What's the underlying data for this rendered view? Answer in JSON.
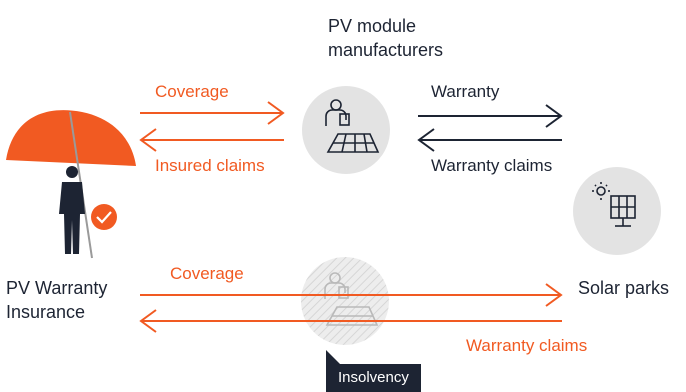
{
  "nodes": {
    "manufacturers": "PV module manufacturers",
    "manufacturers_line1": "PV module",
    "manufacturers_line2": "manufacturers",
    "insurance_line1": "PV Warranty",
    "insurance_line2": "Insurance",
    "solar_parks": "Solar parks"
  },
  "edges": {
    "coverage_top": "Coverage",
    "insured_claims": "Insured claims",
    "warranty": "Warranty",
    "warranty_claims_top": "Warranty claims",
    "coverage_bottom": "Coverage",
    "warranty_claims_bottom": "Warranty claims"
  },
  "badge": {
    "insolvency": "Insolvency"
  },
  "icons": {
    "insurance": "umbrella-person-icon",
    "check": "check-badge-icon",
    "manufacturer": "worker-panel-icon",
    "solar": "solar-panel-sun-icon"
  },
  "colors": {
    "orange": "#f15a22",
    "navy": "#1d2433",
    "circle": "#e3e3e3"
  }
}
